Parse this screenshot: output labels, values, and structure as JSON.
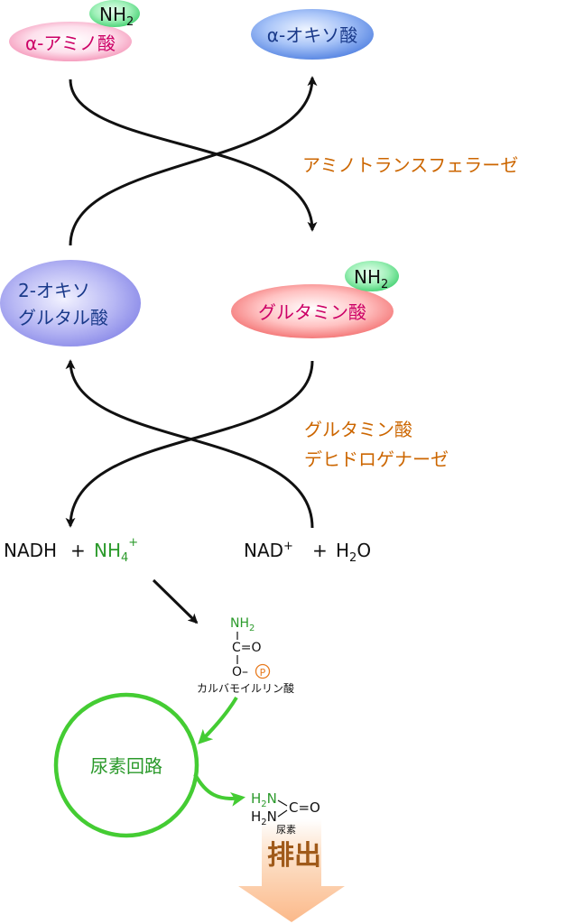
{
  "molecules": {
    "amino_acid": "α-アミノ酸",
    "oxo_acid": "α-オキソ酸",
    "oxoglutarate_line1": "2-オキソ",
    "oxoglutarate_line2": "グルタル酸",
    "glutamate": "グルタミン酸",
    "nh2_main": "NH",
    "nh2_sub": "2"
  },
  "enzymes": {
    "aminotransferase": "アミノトランスフェラーゼ",
    "gdh_line1": "グルタミン酸",
    "gdh_line2": "デヒドロゲナーゼ"
  },
  "cofactors": {
    "nadh": "NADH",
    "plus": "+",
    "nh4_main": "NH",
    "nh4_sub": "4",
    "nh4_sup": "+",
    "nad_main": "NAD",
    "nad_sup": "+",
    "h2o_h": "H",
    "h2o_sub": "2",
    "h2o_o": "O"
  },
  "carbamoyl_phosphate": {
    "nh2_main": "NH",
    "nh2_sub": "2",
    "c_line": "C=O",
    "o_line": "O",
    "dash": "–",
    "p_symbol": "P",
    "name": "カルバモイルリン酸"
  },
  "urea_cycle": {
    "label": "尿素回路"
  },
  "urea": {
    "h2n_top_h": "H",
    "h2n_top_sub": "2",
    "h2n_top_n": "N",
    "c_eq_o": "C=O",
    "h2n_bottom_h": "H",
    "h2n_bottom_sub": "2",
    "h2n_bottom_n": "N",
    "name": "尿素"
  },
  "excretion": {
    "label": "排出"
  },
  "colors": {
    "enzyme_label": "#cc6600",
    "amino_text": "#cc0066",
    "green": "#2b9a2b",
    "cycle_green": "#44cc33",
    "blue_text": "#1a3a8a",
    "excretion_arrow": "#fbc39a"
  }
}
